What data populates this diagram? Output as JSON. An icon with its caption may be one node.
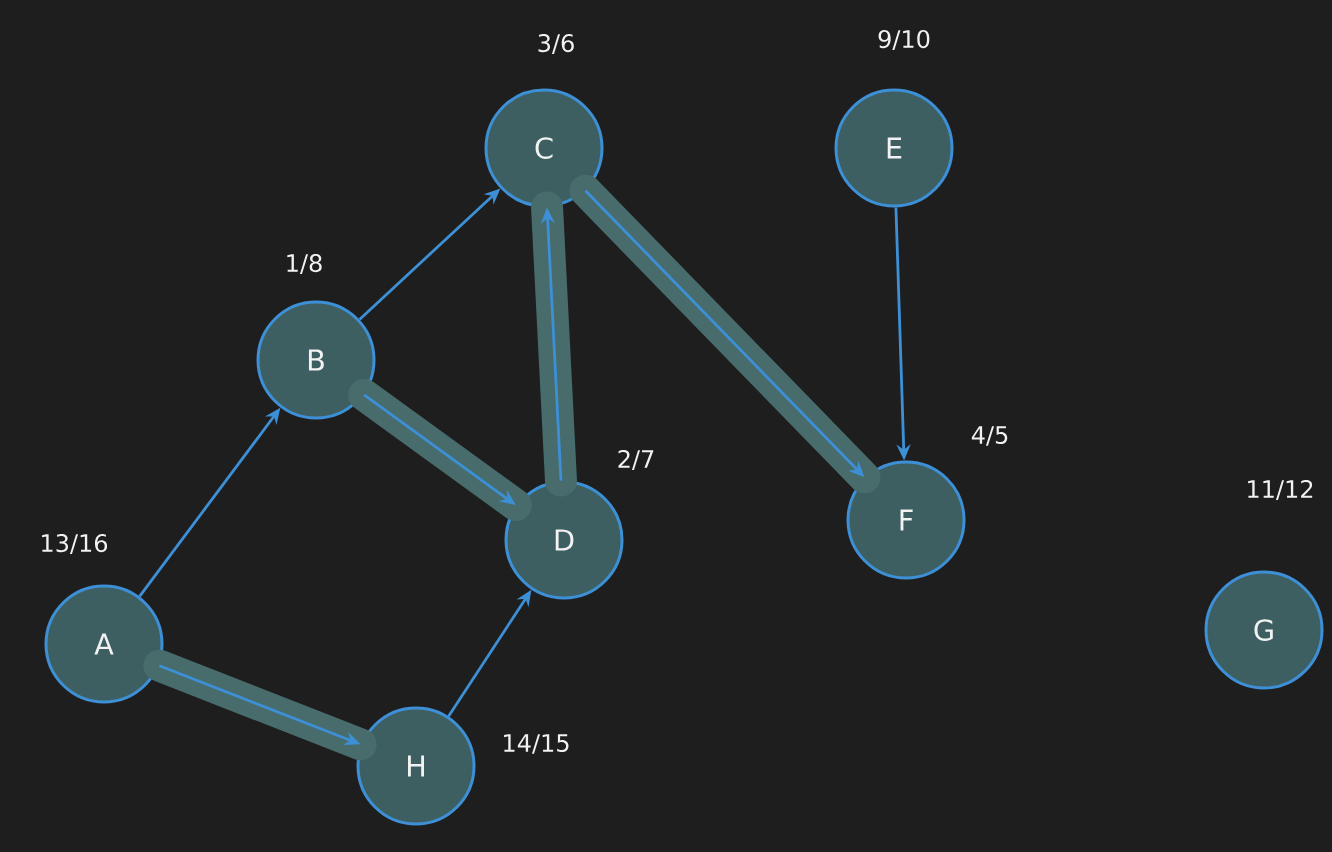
{
  "diagram": {
    "nodes": [
      {
        "text": [
          "A"
        ],
        "beside": [
          "13/16"
        ]
      },
      {
        "text": [
          "B"
        ],
        "beside": [
          "1/8"
        ]
      },
      {
        "text": [
          "C"
        ],
        "beside": [
          "3/6"
        ]
      },
      {
        "text": [
          "D"
        ],
        "beside": [
          "2/7"
        ]
      },
      {
        "text": [
          "E"
        ],
        "beside": [
          "9/10"
        ]
      },
      {
        "text": [
          "F"
        ],
        "beside": [
          "4/5"
        ]
      },
      {
        "text": [
          "G"
        ],
        "beside": [
          "11/12"
        ]
      },
      {
        "text": [
          "H"
        ],
        "beside": [
          "14/15"
        ]
      }
    ],
    "edges": [
      {
        "from": 0,
        "to": 1,
        "arrow": "to"
      },
      {
        "from": 0,
        "to": 7,
        "arrow": "to",
        "style": "thick",
        "color": "#486c6c"
      },
      {
        "from": 1,
        "to": 2,
        "arrow": "to"
      },
      {
        "from": 1,
        "to": 3,
        "arrow": "to",
        "style": "thick",
        "color": "#486c6c"
      },
      {
        "from": 3,
        "to": 2,
        "arrow": "to",
        "style": "thick",
        "color": "#486c6c"
      },
      {
        "from": 2,
        "to": 5,
        "arrow": "to",
        "style": "thick",
        "color": "#486c6c"
      },
      {
        "from": 4,
        "to": 5,
        "arrow": "to"
      },
      {
        "from": 7,
        "to": 3,
        "arrow": "to"
      }
    ]
  }
}
